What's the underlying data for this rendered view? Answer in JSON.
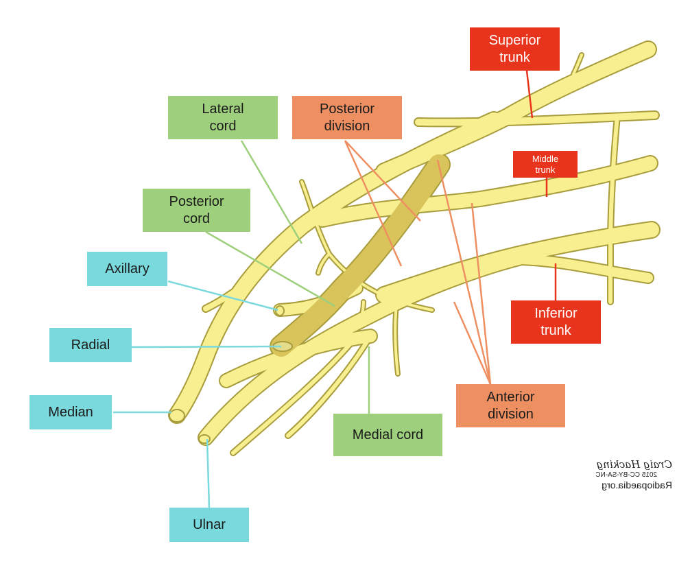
{
  "labels": {
    "superior_trunk": "Superior\ntrunk",
    "lateral_cord": "Lateral\ncord",
    "posterior_division": "Posterior\ndivision",
    "middle_trunk": "Middle\ntrunk",
    "posterior_cord": "Posterior\ncord",
    "axillary": "Axillary",
    "inferior_trunk": "Inferior\ntrunk",
    "radial": "Radial",
    "anterior_division": "Anterior\ndivision",
    "median": "Median",
    "medial_cord": "Medial cord",
    "ulnar": "Ulnar"
  },
  "credit": {
    "author": "Craig Hacking",
    "license": "2015 CC-BY-SA-NC",
    "site": "Radiopaedia.org"
  },
  "colors": {
    "nerve_fill": "#f8f090",
    "nerve_outline": "#a89c3c",
    "posterior_fill": "#d8c45a",
    "green": "#9ecf7c",
    "orange": "#ee8f62",
    "red": "#e8341c",
    "cyan": "#79d9dc"
  }
}
